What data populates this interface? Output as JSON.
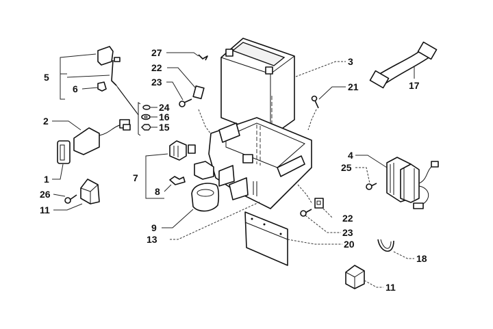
{
  "diagram": {
    "type": "exploded-parts-view",
    "subject": "battery and electrical components assembly",
    "callouts": [
      {
        "id": "c1",
        "label": "1",
        "part": "fuse-holder"
      },
      {
        "id": "c2",
        "label": "2",
        "part": "electronic-unit-with-harness"
      },
      {
        "id": "c3",
        "label": "3",
        "part": "battery"
      },
      {
        "id": "c4",
        "label": "4",
        "part": "voltage-regulator"
      },
      {
        "id": "c5",
        "label": "5",
        "part": "terminal-cover-kit"
      },
      {
        "id": "c6",
        "label": "6",
        "part": "terminal-cover"
      },
      {
        "id": "c7",
        "label": "7",
        "part": "connector-kit"
      },
      {
        "id": "c8",
        "label": "8",
        "part": "clip"
      },
      {
        "id": "c9",
        "label": "9",
        "part": "rubber-holder"
      },
      {
        "id": "c11a",
        "label": "11",
        "part": "relay"
      },
      {
        "id": "c11b",
        "label": "11",
        "part": "relay"
      },
      {
        "id": "c13",
        "label": "13",
        "part": "battery-box"
      },
      {
        "id": "c15",
        "label": "15",
        "part": "nut"
      },
      {
        "id": "c16",
        "label": "16",
        "part": "washer"
      },
      {
        "id": "c17",
        "label": "17",
        "part": "battery-strap"
      },
      {
        "id": "c18",
        "label": "18",
        "part": "cable-clamp"
      },
      {
        "id": "c20",
        "label": "20",
        "part": "cover-plate"
      },
      {
        "id": "c21",
        "label": "21",
        "part": "screw"
      },
      {
        "id": "c22a",
        "label": "22",
        "part": "bracket"
      },
      {
        "id": "c22b",
        "label": "22",
        "part": "bracket"
      },
      {
        "id": "c23a",
        "label": "23",
        "part": "screw"
      },
      {
        "id": "c23b",
        "label": "23",
        "part": "screw"
      },
      {
        "id": "c24",
        "label": "24",
        "part": "nut"
      },
      {
        "id": "c25",
        "label": "25",
        "part": "screw"
      },
      {
        "id": "c26",
        "label": "26",
        "part": "screw"
      },
      {
        "id": "c27",
        "label": "27",
        "part": "clip"
      }
    ]
  }
}
